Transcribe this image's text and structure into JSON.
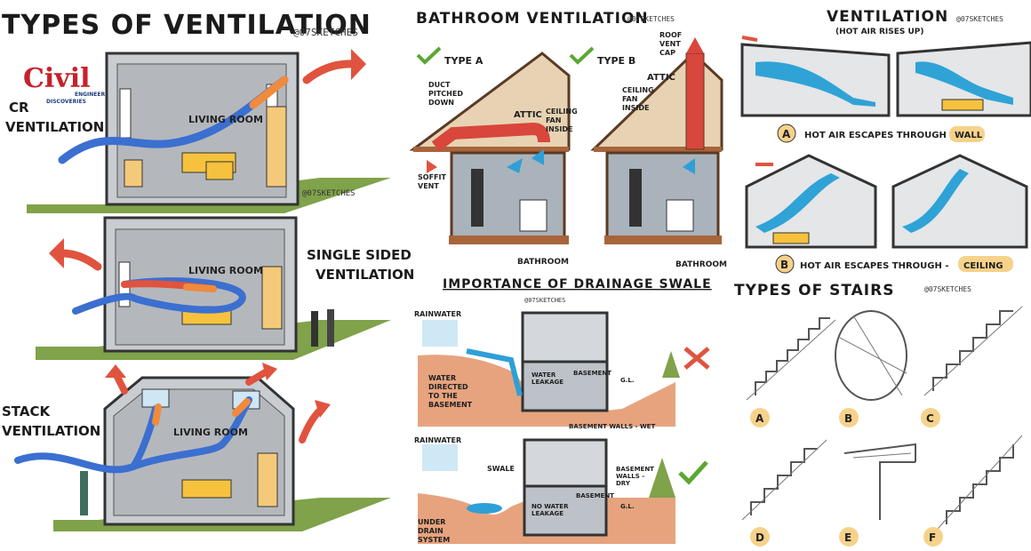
{
  "logo": {
    "brand": "Civil",
    "sub1": "ENGINEERING",
    "sub2": "DISCOVERIES"
  },
  "handle": "@07SKETCHES",
  "ventilation_types": {
    "title": "TYPES OF VENTILATION",
    "cross_label_1": "CR",
    "cross_label_2": "VENTILATION",
    "single_label_1": "SINGLE SIDED",
    "single_label_2": "VENTILATION",
    "stack_label_1": "STACK",
    "stack_label_2": "VENTILATION",
    "room_label": "LIVING ROOM"
  },
  "bathroom": {
    "title": "BATHROOM VENTILATION",
    "type_a": "TYPE A",
    "type_b": "TYPE B",
    "duct_1": "DUCT",
    "duct_2": "PITCHED",
    "duct_3": "DOWN",
    "attic": "ATTIC",
    "ceiling_fan_1": "CEILING",
    "ceiling_fan_2": "FAN",
    "ceiling_fan_3": "INSIDE",
    "soffit_1": "SOFFIT",
    "soffit_2": "VENT",
    "roof_vent_1": "ROOF",
    "roof_vent_2": "VENT",
    "roof_vent_3": "CAP",
    "bathroom_label": "BATHROOM"
  },
  "hot_air": {
    "title": "VENTILATION",
    "subtitle": "(HOT AIR RISES UP)",
    "badge_a": "A",
    "caption_a": "HOT AIR ESCAPES THROUGH -",
    "highlight_a": "WALL",
    "badge_b": "B",
    "caption_b": "HOT AIR ESCAPES THROUGH -",
    "highlight_b": "CEILING"
  },
  "drainage": {
    "title": "IMPORTANCE OF DRAINAGE SWALE",
    "rainwater": "RAINWATER",
    "water_directed_1": "WATER",
    "water_directed_2": "DIRECTED",
    "water_directed_3": "TO THE",
    "water_directed_4": "BASEMENT",
    "water_leakage_1": "WATER",
    "water_leakage_2": "LEAKAGE",
    "basement": "BASEMENT",
    "gl": "G.L.",
    "walls_wet": "BASEMENT WALLS - WET",
    "swale": "SWALE",
    "no_leakage_1": "NO WATER",
    "no_leakage_2": "LEAKAGE",
    "walls_dry_1": "BASEMENT",
    "walls_dry_2": "WALLS -",
    "walls_dry_3": "DRY",
    "under_drain_1": "UNDER",
    "under_drain_2": "DRAIN",
    "under_drain_3": "SYSTEM"
  },
  "stairs": {
    "title": "TYPES OF STAIRS",
    "letters": [
      "A",
      "B",
      "C",
      "D",
      "E",
      "F"
    ]
  },
  "colors": {
    "air_blue": "#3b6fd0",
    "air_orange": "#f08a3c",
    "arrow_red": "#e0533f",
    "duct_red": "#d9463c",
    "room_grey": "#c9ccd0",
    "grass": "#7fa24a",
    "soil": "#e6a37e",
    "highlight": "#f6d28a",
    "water": "#2f9fd8"
  }
}
